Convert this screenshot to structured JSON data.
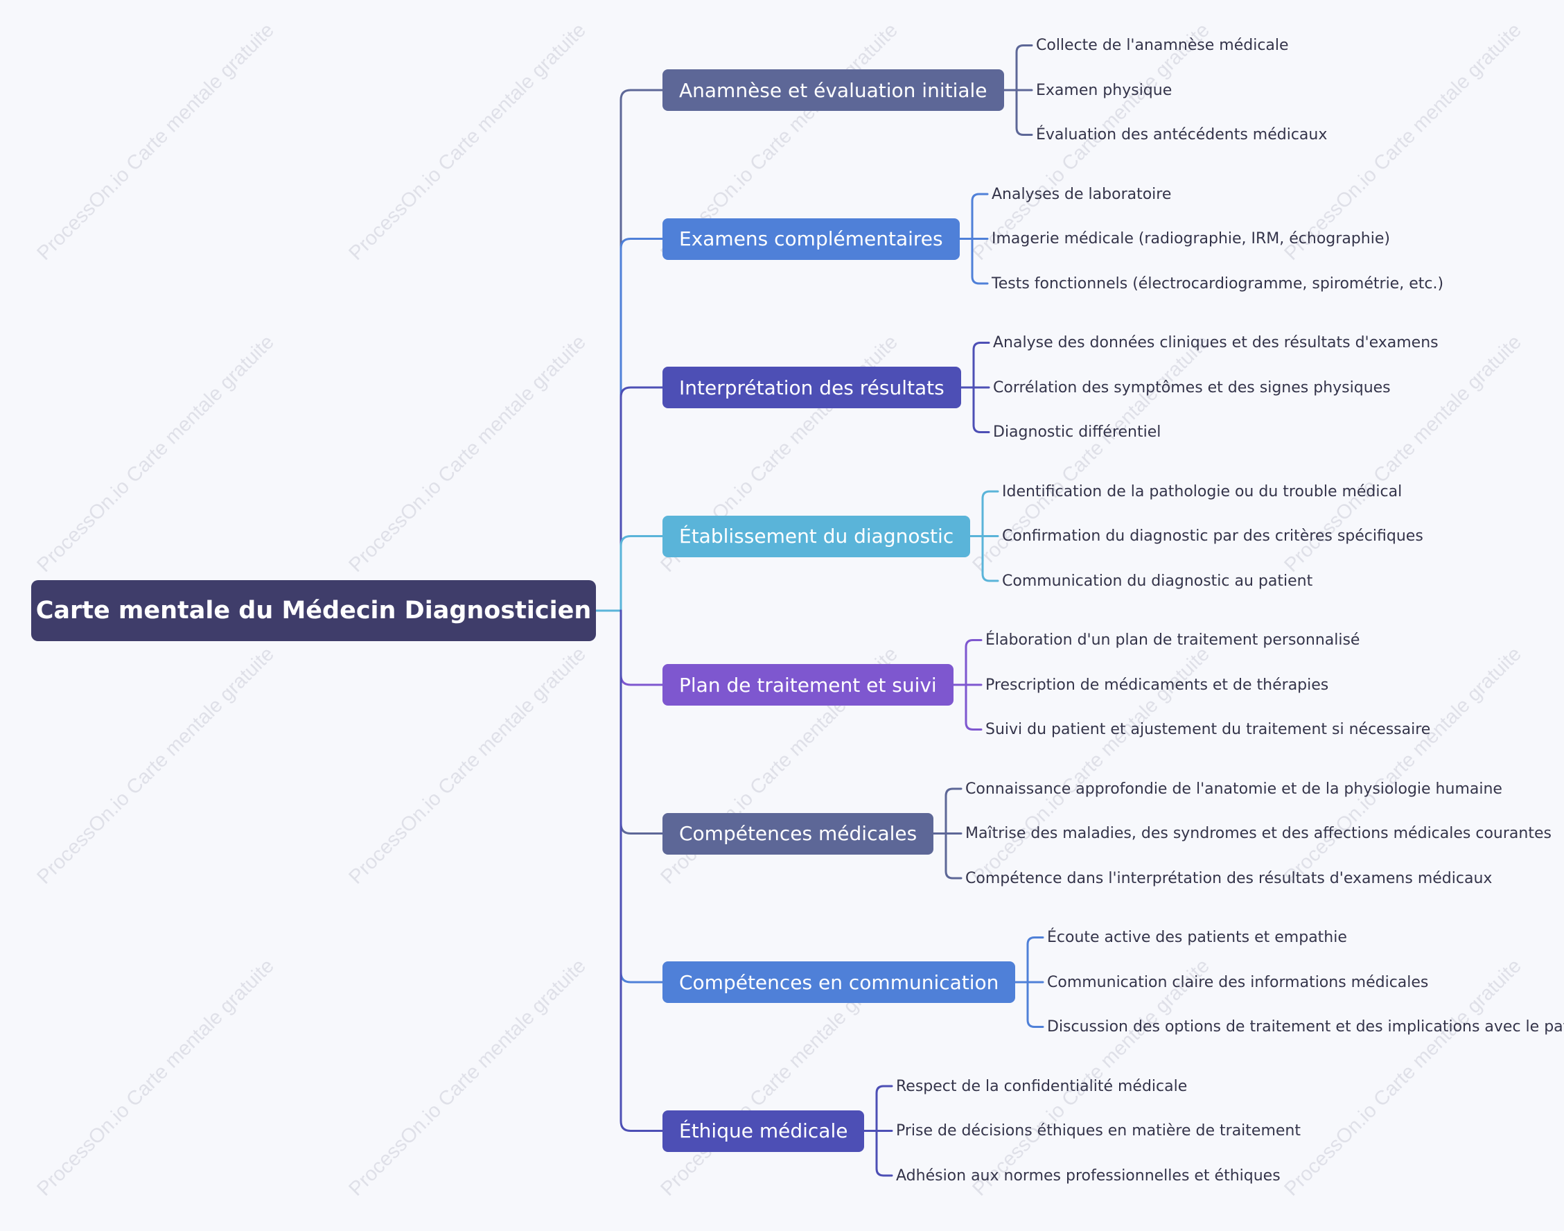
{
  "root": {
    "label": "Carte mentale du Médecin Diagnosticien",
    "color": "#3f3d6a"
  },
  "watermark": "ProcessOn.io Carte mentale gratuite",
  "branches": [
    {
      "label": "Anamnèse et évaluation initiale",
      "color": "#5d6797",
      "children": [
        "Collecte de l'anamnèse médicale",
        "Examen physique",
        "Évaluation des antécédents médicaux"
      ]
    },
    {
      "label": "Examens complémentaires",
      "color": "#4f80d8",
      "children": [
        "Analyses de laboratoire",
        "Imagerie médicale (radiographie, IRM, échographie)",
        "Tests fonctionnels (électrocardiogramme, spirométrie, etc.)"
      ]
    },
    {
      "label": "Interprétation des résultats",
      "color": "#4d4fb5",
      "children": [
        "Analyse des données cliniques et des résultats d'examens",
        "Corrélation des symptômes et des signes physiques",
        "Diagnostic différentiel"
      ]
    },
    {
      "label": "Établissement du diagnostic",
      "color": "#5ab4d9",
      "children": [
        "Identification de la pathologie ou du trouble médical",
        "Confirmation du diagnostic par des critères spécifiques",
        "Communication du diagnostic au patient"
      ]
    },
    {
      "label": "Plan de traitement et suivi",
      "color": "#7e57cf",
      "children": [
        "Élaboration d'un plan de traitement personnalisé",
        "Prescription de médicaments et de thérapies",
        "Suivi du patient et ajustement du traitement si nécessaire"
      ]
    },
    {
      "label": "Compétences médicales",
      "color": "#5d6797",
      "children": [
        "Connaissance approfondie de l'anatomie et de la physiologie humaine",
        "Maîtrise des maladies, des syndromes et des affections médicales courantes",
        "Compétence dans l'interprétation des résultats d'examens médicaux"
      ]
    },
    {
      "label": "Compétences en communication",
      "color": "#4f80d8",
      "children": [
        "Écoute active des patients et empathie",
        "Communication claire des informations médicales",
        "Discussion des options de traitement et des implications avec le patient"
      ]
    },
    {
      "label": "Éthique médicale",
      "color": "#4d4fb5",
      "children": [
        "Respect de la confidentialité médicale",
        "Prise de décisions éthiques en matière de traitement",
        "Adhésion aux normes professionnelles et éthiques"
      ]
    }
  ]
}
